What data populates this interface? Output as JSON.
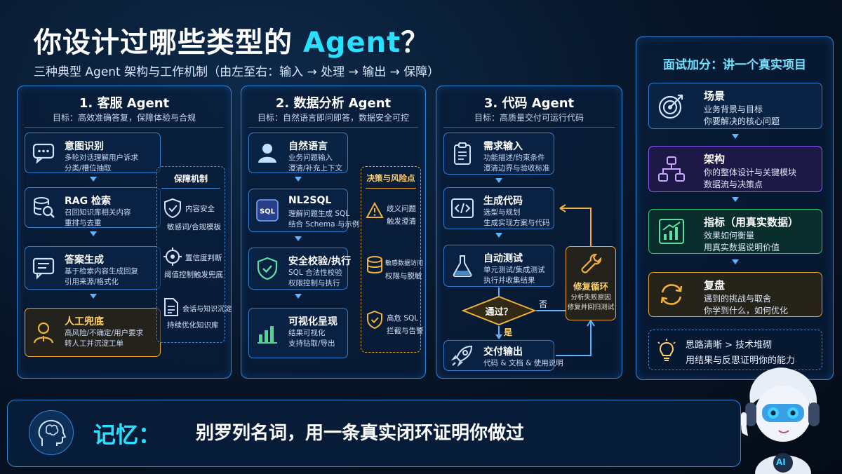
{
  "title": {
    "main": "你设计过哪些类型的 ",
    "highlight": "Agent",
    "tail": "？"
  },
  "subtitle": "三种典型 Agent 架构与工作机制（由左至右：输入 → 处理 → 输出 → 保障）",
  "columns": [
    {
      "title": "1. 客服 Agent",
      "goal": "目标：高效准确答复，保障体验与合规",
      "cards": [
        {
          "title": "意图识别",
          "desc1": "多轮对话理解用户诉求",
          "desc2": "分类/槽位抽取",
          "icon": "chat-icon"
        },
        {
          "title": "RAG 检索",
          "desc1": "召回知识库相关内容",
          "desc2": "重排与去重",
          "icon": "database-search-icon"
        },
        {
          "title": "答案生成",
          "desc1": "基于检索内容生成回复",
          "desc2": "引用来源/格式化",
          "icon": "message-icon"
        },
        {
          "title": "人工兜底",
          "desc1": "高风险/不确定/用户要求",
          "desc2": "转人工并沉淀工单",
          "icon": "person-icon"
        }
      ],
      "side": {
        "title": "保障机制",
        "items": [
          {
            "title": "内容安全",
            "desc": "敏感词/合规模板"
          },
          {
            "title": "置信度判断",
            "desc": "阈值控制触发兜底"
          },
          {
            "title": "会话与知识沉淀",
            "desc": "持续优化知识库"
          }
        ]
      }
    },
    {
      "title": "2. 数据分析 Agent",
      "goal": "目标：自然语言即问即答，数据安全可控",
      "cards": [
        {
          "title": "自然语言",
          "desc1": "业务问题输入",
          "desc2": "澄清/补充上下文",
          "icon": "user-icon"
        },
        {
          "title": "NL2SQL",
          "desc1": "理解问题生成 SQL",
          "desc2": "结合 Schema 与示例",
          "icon": "sql-icon"
        },
        {
          "title": "安全校验/执行",
          "desc1": "SQL 合法性校验",
          "desc2": "权限控制与执行",
          "icon": "shield-check-icon"
        },
        {
          "title": "可视化呈现",
          "desc1": "结果可视化",
          "desc2": "支持钻取/导出",
          "icon": "bar-chart-icon"
        }
      ],
      "side": {
        "title": "决策与风险点",
        "items": [
          {
            "title": "歧义问题",
            "desc": "触发澄清"
          },
          {
            "title": "敏感数据访问",
            "desc": "权限与脱敏"
          },
          {
            "title": "高危 SQL",
            "desc": "拦截与告警"
          }
        ]
      }
    },
    {
      "title": "3. 代码 Agent",
      "goal": "目标：高质量交付可运行代码",
      "cards": [
        {
          "title": "需求输入",
          "desc1": "功能描述/约束条件",
          "desc2": "澄清边界与验收标准",
          "icon": "clipboard-icon"
        },
        {
          "title": "生成代码",
          "desc1": "选型与规划",
          "desc2": "生成实现方案与代码",
          "icon": "code-icon"
        },
        {
          "title": "自动测试",
          "desc1": "单元测试/集成测试",
          "desc2": "执行并收集结果",
          "icon": "flask-icon"
        },
        {
          "title": "交付输出",
          "desc1": "代码 & 文档 & 使用说明",
          "desc2": "",
          "icon": "rocket-icon"
        }
      ],
      "decision": {
        "label": "通过？",
        "yes": "是",
        "no": "否"
      },
      "loop": {
        "title": "修复循环",
        "desc1": "分析失败原因",
        "desc2": "修复并回归测试"
      }
    }
  ],
  "right_panel": {
    "title": "面试加分：讲一个真实项目",
    "cards": [
      {
        "title": "场景",
        "desc1": "业务背景与目标",
        "desc2": "你要解决的核心问题",
        "color": "#2f7fd0",
        "icon": "target-icon"
      },
      {
        "title": "架构",
        "desc1": "你的整体设计与关键模块",
        "desc2": "数据流与决策点",
        "color": "#8b5cf6",
        "icon": "architecture-icon"
      },
      {
        "title": "指标（用真实数据）",
        "desc1": "效果如何衡量",
        "desc2": "用真实数据说明价值",
        "color": "#34c27a",
        "icon": "growth-chart-icon"
      },
      {
        "title": "复盘",
        "desc1": "遇到的挑战与取舍",
        "desc2": "你学到什么，如何优化",
        "color": "#e0a22a",
        "icon": "refresh-icon"
      }
    ],
    "tip": {
      "line1": "思路清晰 > 技术堆砌",
      "line2": "用结果与反思证明你的能力"
    }
  },
  "memory": {
    "label": "记忆：",
    "text": "别罗列名词，用一条真实闭环证明你做过"
  },
  "colors": {
    "accent": "#28e0ff",
    "border": "#2f86d9",
    "orange": "#f0a82a"
  }
}
